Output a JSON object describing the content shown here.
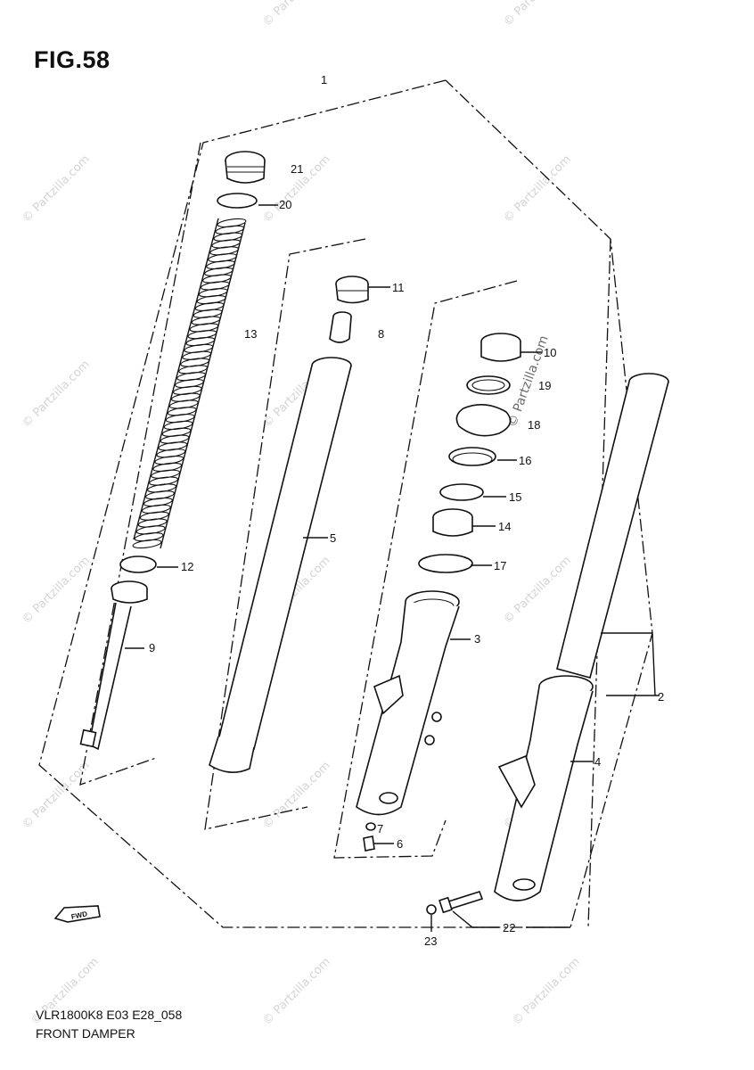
{
  "figure": {
    "title": "FIG.58",
    "model_code": "VLR1800K8 E03 E28_058",
    "assembly_name": "FRONT DAMPER",
    "direction_marker": "FWD",
    "watermark": "© Partzilla.com"
  },
  "callouts": [
    {
      "id": "c1",
      "label": "1"
    },
    {
      "id": "c21",
      "label": "21"
    },
    {
      "id": "c20",
      "label": "20"
    },
    {
      "id": "c13",
      "label": "13"
    },
    {
      "id": "c12",
      "label": "12"
    },
    {
      "id": "c9",
      "label": "9"
    },
    {
      "id": "c11",
      "label": "11"
    },
    {
      "id": "c8",
      "label": "8"
    },
    {
      "id": "c5",
      "label": "5"
    },
    {
      "id": "c10",
      "label": "10"
    },
    {
      "id": "c19",
      "label": "19"
    },
    {
      "id": "c18",
      "label": "18"
    },
    {
      "id": "c16",
      "label": "16"
    },
    {
      "id": "c15",
      "label": "15"
    },
    {
      "id": "c14",
      "label": "14"
    },
    {
      "id": "c17",
      "label": "17"
    },
    {
      "id": "c3",
      "label": "3"
    },
    {
      "id": "c7",
      "label": "7"
    },
    {
      "id": "c6",
      "label": "6"
    },
    {
      "id": "c2",
      "label": "2"
    },
    {
      "id": "c4",
      "label": "4"
    },
    {
      "id": "c22",
      "label": "22"
    },
    {
      "id": "c23",
      "label": "23"
    }
  ]
}
